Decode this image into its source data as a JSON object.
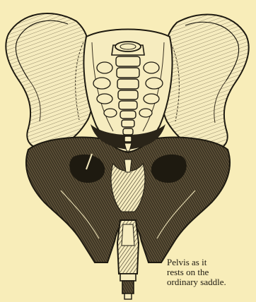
{
  "figure": {
    "caption_lines": [
      "Pelvis as it",
      "rests on the",
      "ordinary saddle."
    ]
  },
  "colors": {
    "background": "#f8edb9",
    "ink": "#1e1a10",
    "bone": "#f6ecbf",
    "shadow": "#2a2418"
  }
}
